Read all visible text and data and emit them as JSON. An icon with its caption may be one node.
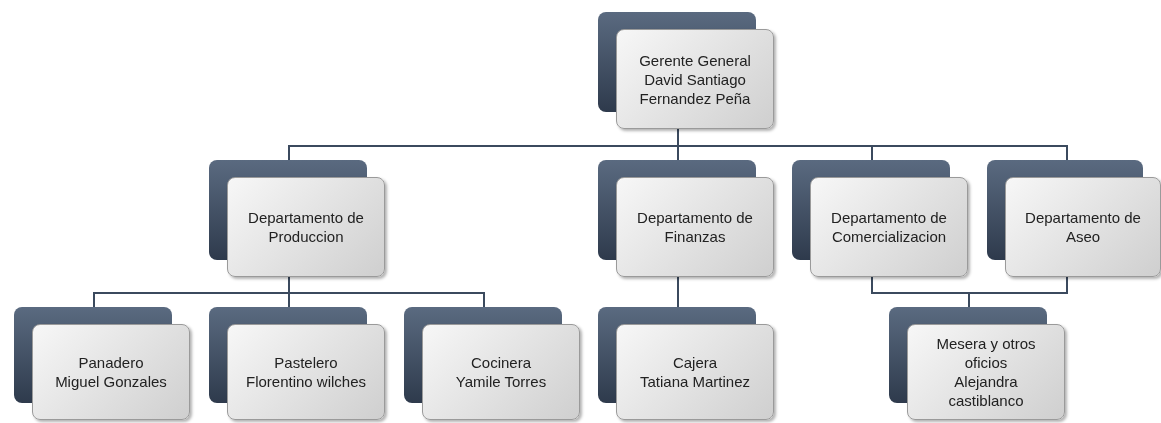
{
  "diagram": {
    "nodes": [
      {
        "text": [
          "Gerente General",
          "David Santiago Fernandez Peña"
        ]
      },
      {
        "text": [
          "Departamento de Produccion"
        ]
      },
      {
        "text": [
          "Departamento de Finanzas"
        ]
      },
      {
        "text": [
          "Departamento de Comercializacion"
        ]
      },
      {
        "text": [
          "Departamento de Aseo"
        ]
      },
      {
        "text": [
          "Panadero",
          "Miguel Gonzales"
        ]
      },
      {
        "text": [
          "Pastelero",
          "Florentino wilches"
        ]
      },
      {
        "text": [
          "Cocinera",
          "Yamile Torres"
        ]
      },
      {
        "text": [
          "Cajera",
          "Tatiana Martinez"
        ]
      },
      {
        "text": [
          "Mesera y otros oficios",
          "Alejandra castiblanco"
        ]
      }
    ],
    "edges": [
      {
        "from": 0,
        "to": 1,
        "arrow": "none"
      },
      {
        "from": 0,
        "to": 2,
        "arrow": "none"
      },
      {
        "from": 0,
        "to": 3,
        "arrow": "none"
      },
      {
        "from": 0,
        "to": 4,
        "arrow": "none"
      },
      {
        "from": 1,
        "to": 5,
        "arrow": "none"
      },
      {
        "from": 1,
        "to": 6,
        "arrow": "none"
      },
      {
        "from": 1,
        "to": 7,
        "arrow": "none"
      },
      {
        "from": 2,
        "to": 8,
        "arrow": "none"
      },
      {
        "from": 3,
        "to": 9,
        "arrow": "none"
      },
      {
        "from": 4,
        "to": 9,
        "arrow": "none"
      }
    ]
  }
}
